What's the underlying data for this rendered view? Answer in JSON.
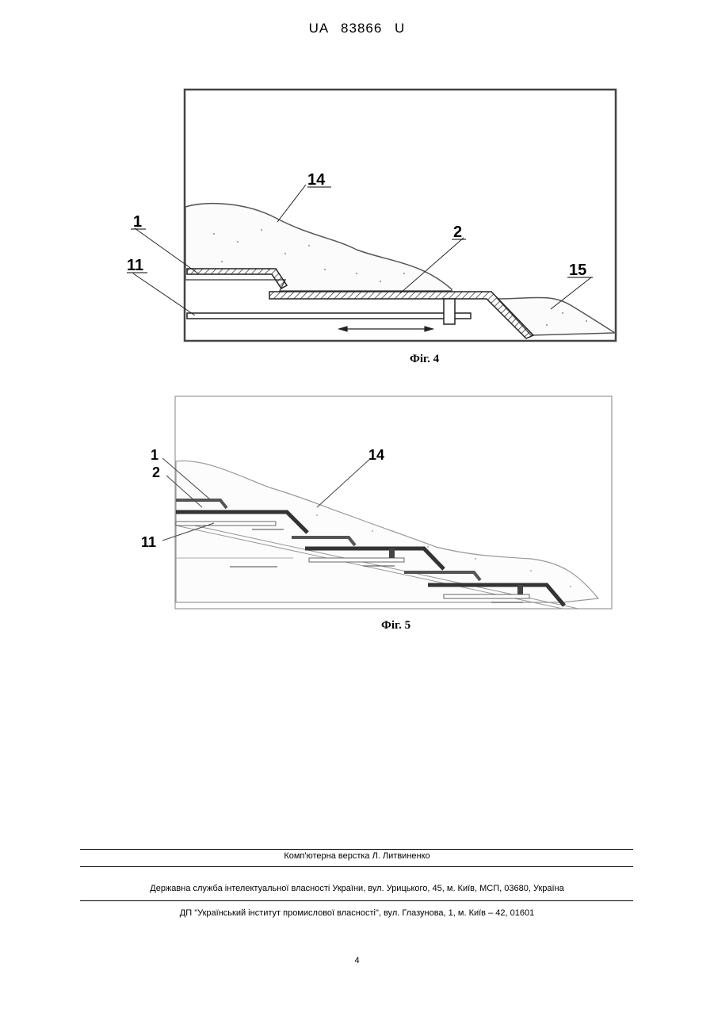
{
  "header": {
    "doc_number": "UA  83866  U"
  },
  "figure4": {
    "caption": "Фіг. 4",
    "labels": {
      "l14": "14",
      "l1": "1",
      "l2": "2",
      "l11": "11",
      "l15": "15"
    }
  },
  "figure5": {
    "caption": "Фіг. 5",
    "labels": {
      "l1": "1",
      "l2": "2",
      "l14": "14",
      "l11": "11"
    }
  },
  "footer": {
    "layout_credit": "Комп'ютерна верстка Л. Литвиненко",
    "agency": "Державна служба інтелектуальної власності України, вул. Урицького, 45, м. Київ, МСП, 03680, Україна",
    "institute": "ДП \"Український інститут промислової власності\", вул. Глазунова, 1, м. Київ – 42, 01601"
  },
  "page_number": "4"
}
